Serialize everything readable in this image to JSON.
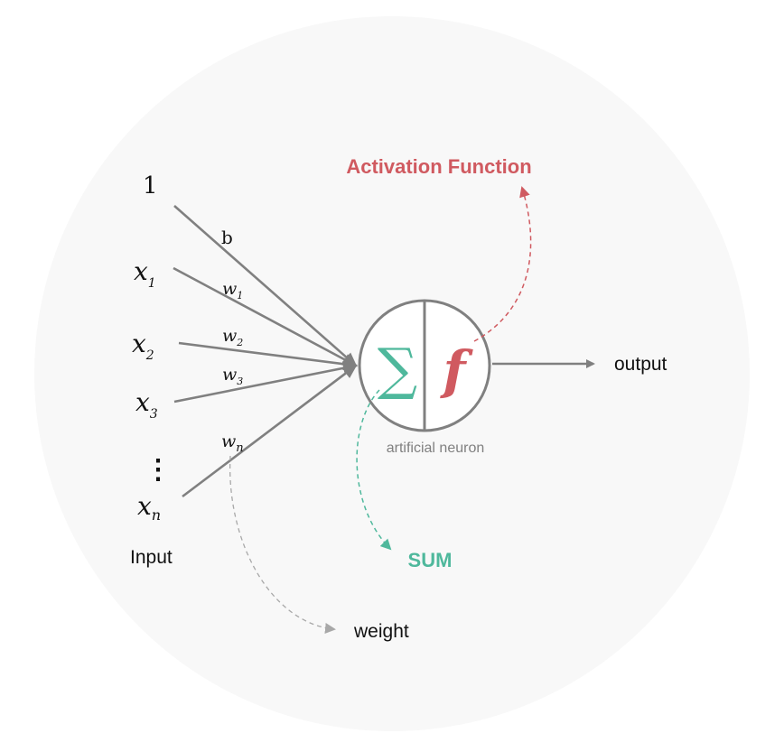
{
  "colors": {
    "background": "#f8f8f8",
    "line": "#808080",
    "sum": "#4fb89c",
    "activation": "#d05a60",
    "text": "#111111"
  },
  "inputs": {
    "bias_input": "1",
    "x1": "x",
    "x1_sub": "1",
    "x2": "x",
    "x2_sub": "2",
    "x3": "x",
    "x3_sub": "3",
    "xn": "x",
    "xn_sub": "n",
    "ellipsis": "⋮",
    "label": "Input"
  },
  "weights": {
    "bias": "b",
    "w1": "w",
    "w1_sub": "1",
    "w2": "w",
    "w2_sub": "2",
    "w3": "w",
    "w3_sub": "3",
    "wn": "w",
    "wn_sub": "n"
  },
  "neuron": {
    "sum_symbol": "∑",
    "function_symbol": "f",
    "label": "artificial neuron"
  },
  "annotations": {
    "activation": "Activation Function",
    "sum": "SUM",
    "weight": "weight"
  },
  "output": {
    "label": "output"
  }
}
